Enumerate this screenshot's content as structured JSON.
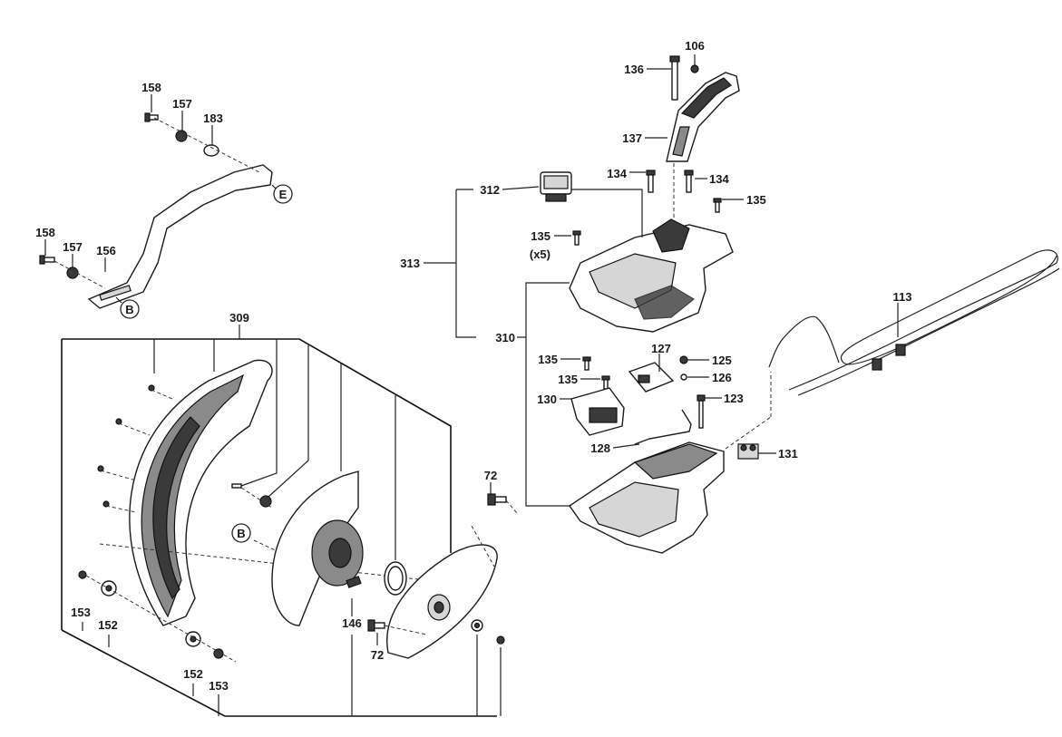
{
  "labels": {
    "p106": "106",
    "p136": "136",
    "p137": "137",
    "p134a": "134",
    "p134b": "134",
    "p135a": "135",
    "p135b": "135",
    "p135x5_note": "(x5)",
    "p312": "312",
    "p313": "313",
    "p310": "310",
    "p135c": "135",
    "p135d": "135",
    "p127": "127",
    "p125": "125",
    "p126": "126",
    "p130": "130",
    "p123": "123",
    "p128": "128",
    "p131": "131",
    "p113": "113",
    "p158a": "158",
    "p157a": "157",
    "p183": "183",
    "p158b": "158",
    "p157b": "157",
    "p156": "156",
    "p309": "309",
    "p72a": "72",
    "p72b": "72",
    "p146": "146",
    "p153a": "153",
    "p152a": "152",
    "p152b": "152",
    "p153b": "153"
  },
  "callouts": {
    "e_top": "E",
    "b_arm": "B",
    "b_guard": "B"
  }
}
